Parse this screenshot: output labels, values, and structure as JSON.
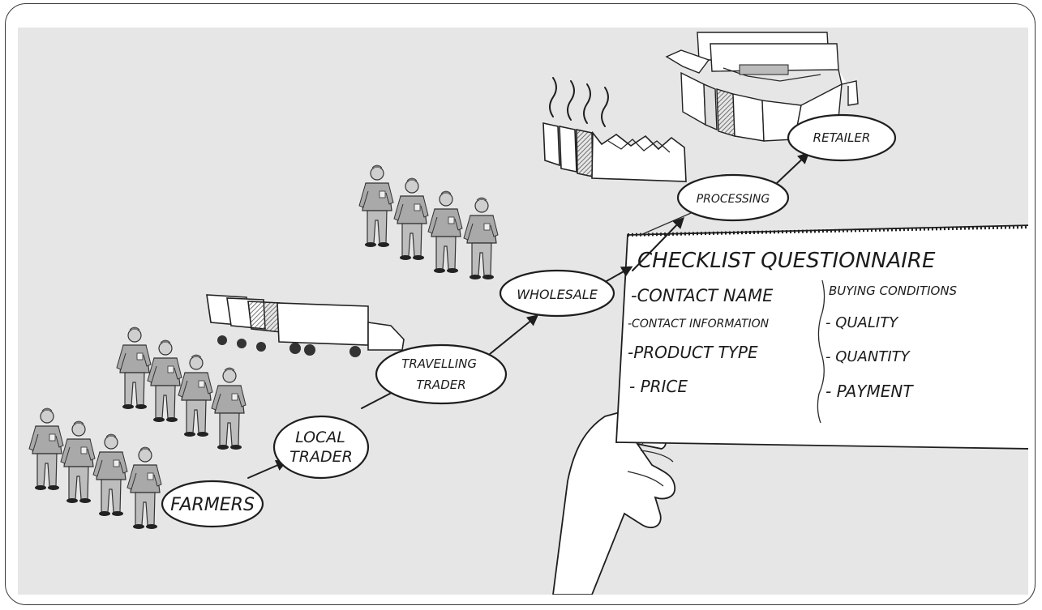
{
  "stages": [
    {
      "id": "farmers",
      "label": "FARMERS"
    },
    {
      "id": "local-trader",
      "label": "LOCAL\nTRADER"
    },
    {
      "id": "travelling-trader",
      "label": "TRAVELLING\nTRADER"
    },
    {
      "id": "wholesale",
      "label": "WHOLESALE"
    },
    {
      "id": "processing",
      "label": "PROCESSING"
    },
    {
      "id": "retailer",
      "label": "RETAILER"
    }
  ],
  "checklist": {
    "title": "CHECKLIST QUESTIONNAIRE",
    "left_items": [
      "-CONTACT NAME",
      "-CONTACT INFORMATION",
      "-PRODUCT TYPE",
      "- PRICE"
    ],
    "right_items": [
      "BUYING CONDITIONS",
      "- QUALITY",
      "- QUANTITY",
      "- PAYMENT"
    ]
  },
  "colors": {
    "background": "#e6e6e6",
    "ink": "#1e1e1e",
    "oval_fill": "#ffffff",
    "card_fill": "#ffffff",
    "shirt": "#a9a9a9",
    "trouser": "#bdbdbd",
    "hatch": "#555555"
  }
}
